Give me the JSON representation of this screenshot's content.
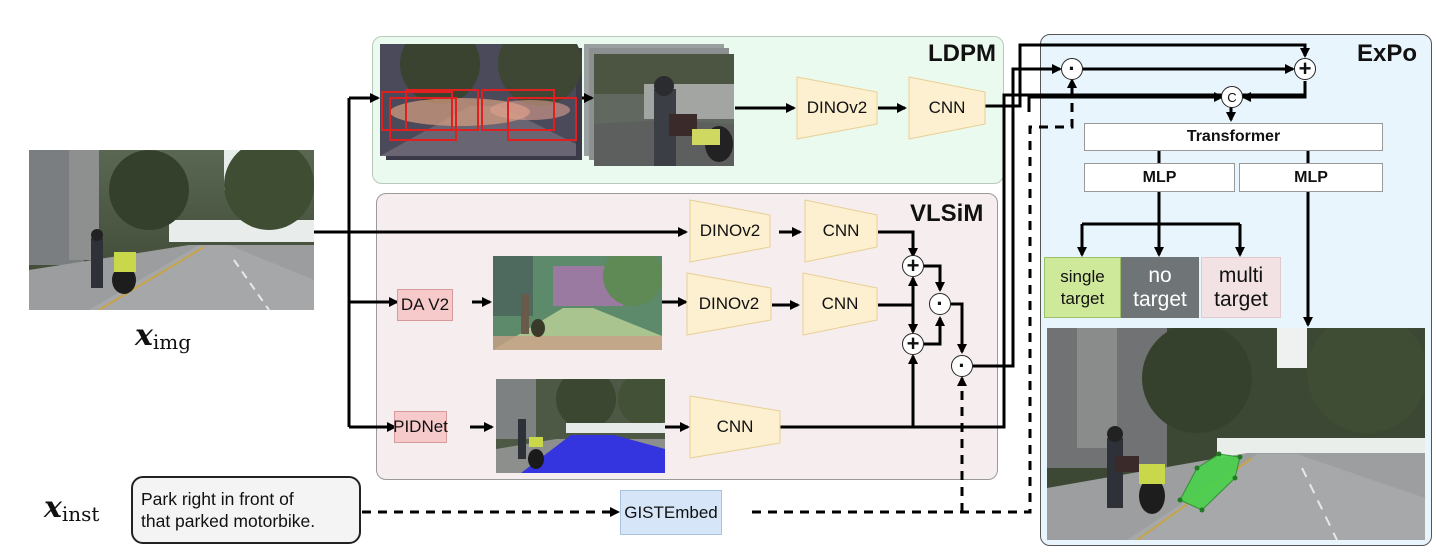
{
  "inputs": {
    "image_label_main": "x",
    "image_label_sub": "img",
    "inst_label_main": "x",
    "inst_label_sub": "inst",
    "instruction_text_line1": "Park right in front of",
    "instruction_text_line2": "that parked motorbike."
  },
  "ldpm": {
    "title": "LDPM",
    "encoder_label": "DINOv2",
    "cnn_label": "CNN"
  },
  "vlsim": {
    "title": "VLSiM",
    "row1": {
      "encoder_label": "DINOv2",
      "cnn_label": "CNN"
    },
    "row2": {
      "preprocessor_label": "DA V2",
      "encoder_label": "DINOv2",
      "cnn_label": "CNN"
    },
    "row3": {
      "preprocessor_label": "PIDNet",
      "cnn_label": "CNN"
    }
  },
  "text_encoder": {
    "label": "GISTEmbed"
  },
  "expo": {
    "title": "ExPo",
    "transformer_label": "Transformer",
    "mlp_left_label": "MLP",
    "mlp_right_label": "MLP",
    "concat_symbol": "C",
    "outputs": [
      {
        "line1": "single",
        "line2": "target"
      },
      {
        "line1": "no",
        "line2": "target"
      },
      {
        "line1": "multi",
        "line2": "target"
      }
    ]
  },
  "operators": {
    "add_symbol": "+",
    "hadamard_symbol": "·"
  },
  "colors": {
    "ldpm_bg": "#eafaee",
    "vlsim_bg": "#f6eeee",
    "expo_bg": "#e9f5fd",
    "trapezoid_fill": "#fdf0d0",
    "trapezoid_stroke": "#e8cf94",
    "preproc_fill": "#f6caca",
    "gist_fill": "#d6e6f8",
    "single_fill": "#cfe99a",
    "no_fill": "#6f7577",
    "multi_fill": "#f3e2e4",
    "segment_blue": "#3535e0",
    "goal_green": "#48d24a"
  }
}
